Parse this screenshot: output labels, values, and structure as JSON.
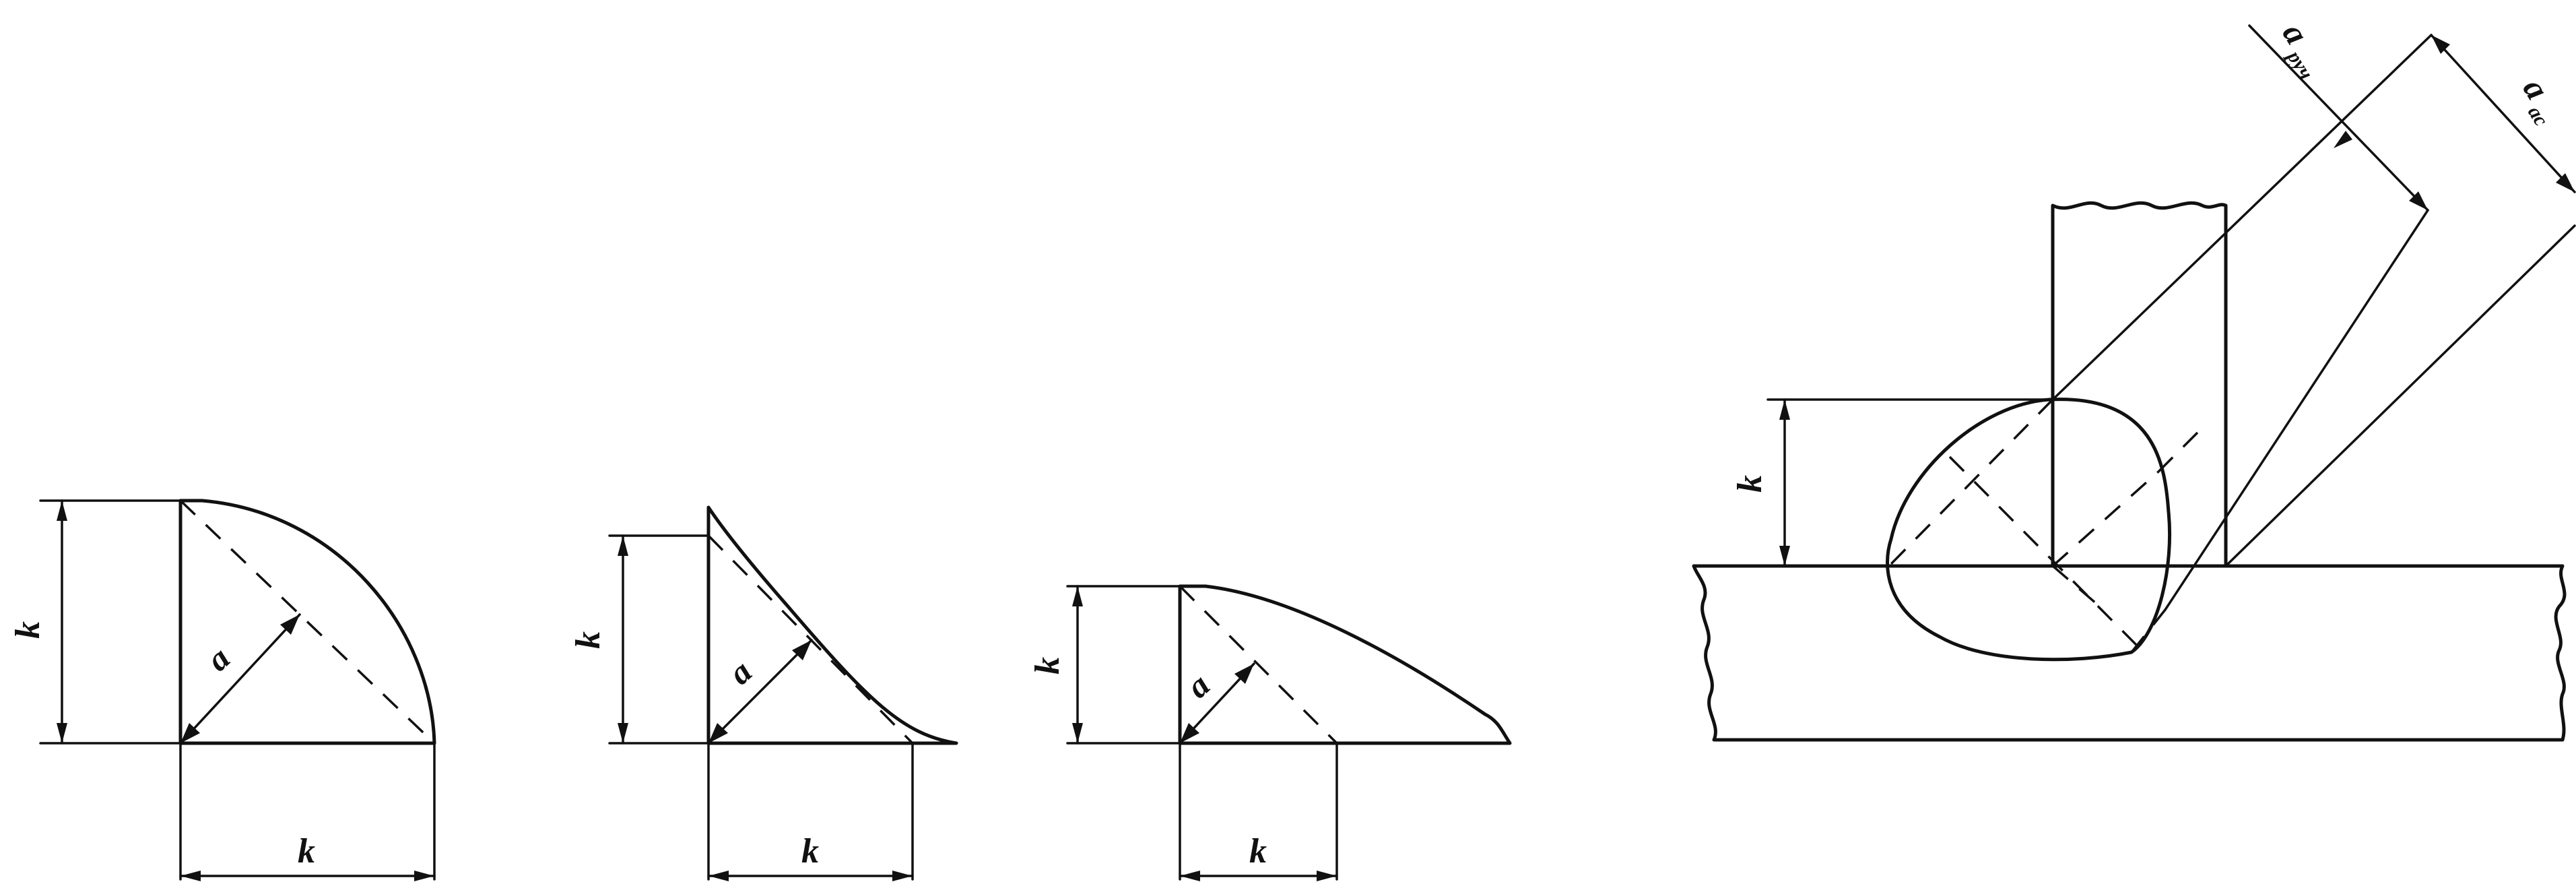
{
  "labels": {
    "k": "k",
    "a": "a",
    "a_main": "a",
    "sub_manual": "руч",
    "sub_auto": "ас"
  }
}
